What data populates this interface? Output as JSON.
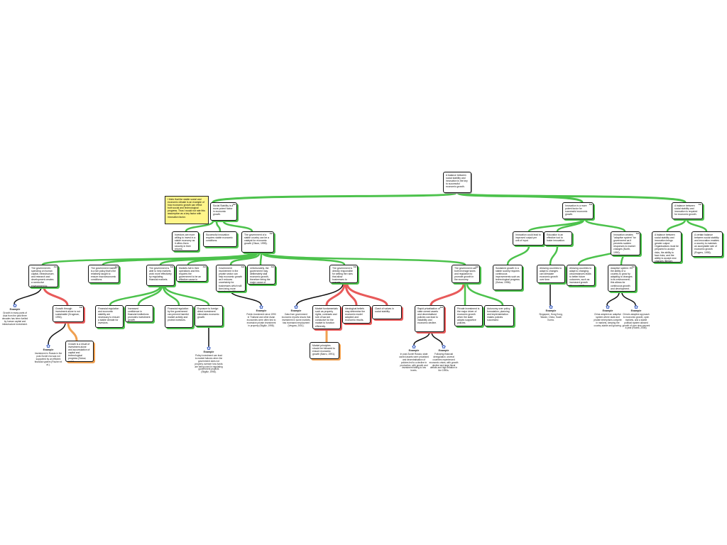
{
  "root": {
    "text": "A balance between social stability and innovation is the key to successful economic growth."
  },
  "note": {
    "text": "I think that the stable social and economic climate is an example of how economic growth can effect both social and technological progress. Thus I would not rate this assumption as a key factor with innovation factor."
  },
  "claims": {
    "social_stability": "Social Stability is a more potent factor in economic growth.",
    "innovation": "Innovation is a more potent factor for successful economic growth.",
    "balance": "A balance between social stability and innovation is required for economic growth."
  },
  "level2": {
    "investors": "Investors are more willing to invest in a stable economy as it offers them security in their returns.",
    "successful": "Successful innovation requires stable economic conditions.",
    "gov_stable": "The government of a stable country can be a catalyst for economic growth (Olson, 1995).",
    "innovation_lead": "Innovation could lead to improved output per unit of input.",
    "education": "Education is an effective tool to foster innovation.",
    "adaptive": "Innovation creates \"adaptive system\" for government as it prevents sudden responses to market changes (North, 1990).",
    "bal_social": "A balance between social stability and innovation brings greater output. Organisations must be prepared to accept risks, the ability to face risks, and the ability to accept new changes (Berger, 1999).",
    "bal_certain": "A certain balance between social stability and innovation enables a country to maintain an acceptable rate of economic growth (Rogers, 1995)."
  },
  "level3": {
    "gov_spend": "The government's spending on human capital, infrastructure, and research and development creates a conducive environment to promote growth.",
    "gov_market": "The government market is a fair policy that's the relatively taught to ensure macroeconomic conditions.",
    "gov_efficient": "The government is able to help markets work more effectively by regulating financial markets.",
    "market_fail": "Markets fail in their operations and this requires the government to be an effective cause in regulating.",
    "gov_private": "Government involvement in the private sector can help economic growth as it reduces uncertainty for businesses which will then bring more investments (Olson, 1996).",
    "unfortunately": "Unfortunately, the government may deliberately stall economic growth, therefore being the major cause of stagnation.",
    "gov_direct": "The government is directly responsible for setting the rules that allow businesses to operate.",
    "gov_taxes": "The government can both leverage taxes and regulation to promote growth in the economy.",
    "sustained": "Sustained growth in a stable society requires continuous improvements such as technological progress (Solow, 1956).",
    "allow_countries": "Allowing countries to adapt to changes can stimulate economic growth over time.",
    "allow_countries_2": "Allowing countries to adapt to changing circumstances leads to better future outcomes, such as increased growth (Berger, 1995).",
    "adaptive_system": "Adaptive system: it's the ability of a country to grow by adapting to changes in its environment; this allows for continuous growth and development."
  },
  "level4": {
    "growth_through": "Growth through investment alone is not sustainable (Krugman, 1994).",
    "financial_reg": "Financial regulation and economic stability are necessary to ensure a stable climate for investors.",
    "increased_conf": "Increased confidence in financial institutions promotes investment growth.",
    "fin_reg_gov": "Financial regulation by the government can prevent harmful market activity and protect investors.",
    "exposure": "Exposure to foreign direct investment stimulates economic growth.",
    "market_fund": "Market fundamentals such as property rights, contracts and rule of law are conducive for the market to function efficiently.",
    "ideological": "Ideological beliefs may determine the economic model adopted and economic results.",
    "clash": "Clash of values in social stability.",
    "rapid_priv": "Rapid privatisation of state owned assets and decentralised policies can lead to instability and economic decline.",
    "private_invest": "Private investment is the major driver of economic growth when the state adopts supportive policies.",
    "autonomy": "Autonomy over policy formulation, planning and implementation makes policies successful.",
    "growth_result": "Growth is a result of investment alone and accumulation of capital and technological progress (Solow, 1957).",
    "market_princ": "Market principles should be followed to ensure economic growth (Barro, 1991)."
  },
  "examples": {
    "label": "Example",
    "ex1": "Growth in many parts of Asia from the past three decades has been fuelled by human capital and infrastructure investment.",
    "ex2": "Investment in Russia in the post-Soviet era was not supported by an efficient financial system (Fischer et al.).",
    "ex3": "Policy investment can lead to market failures when the government does not properly oversee how funds are being used in regulating government projects (Stiglitz, 1998).",
    "ex4": "Public investment since 1990 in Thailand and other Asian economies were often tied to excessive private investment in property (Stiglitz, 1998).",
    "ex5": "Data from government economic reports shows that investment in some markets has increased employment (Vergara, 2001).",
    "ex6": "In post-Soviet Russia, state owned assets were privatised and decentralisation of policies led to a decline in production, with growth and investment falling to low levels.",
    "ex7": "Following financial deregulation, several countries experienced economic crises, with growth decline and large fiscal deficits and high inflation in the 1990s.",
    "ex8": "Singapore, Hong Kong, Taiwan, China, South Korea.",
    "ex9": "China adopted an adaptive system where state and private enterprises compete in markets, keeping the country stable and growing.",
    "ex10": "China's adaptive approach to economic growth, open markets, and a stable political system allowed growth of over nine percent a year (Rodrik, 2008)."
  },
  "colors": {
    "pro": "#4cc24c",
    "con": "#e85a5a",
    "ev": "#f0a050",
    "note": "#fff58a",
    "icon": "#2a52be"
  },
  "icons": {
    "example": "example-icon"
  }
}
